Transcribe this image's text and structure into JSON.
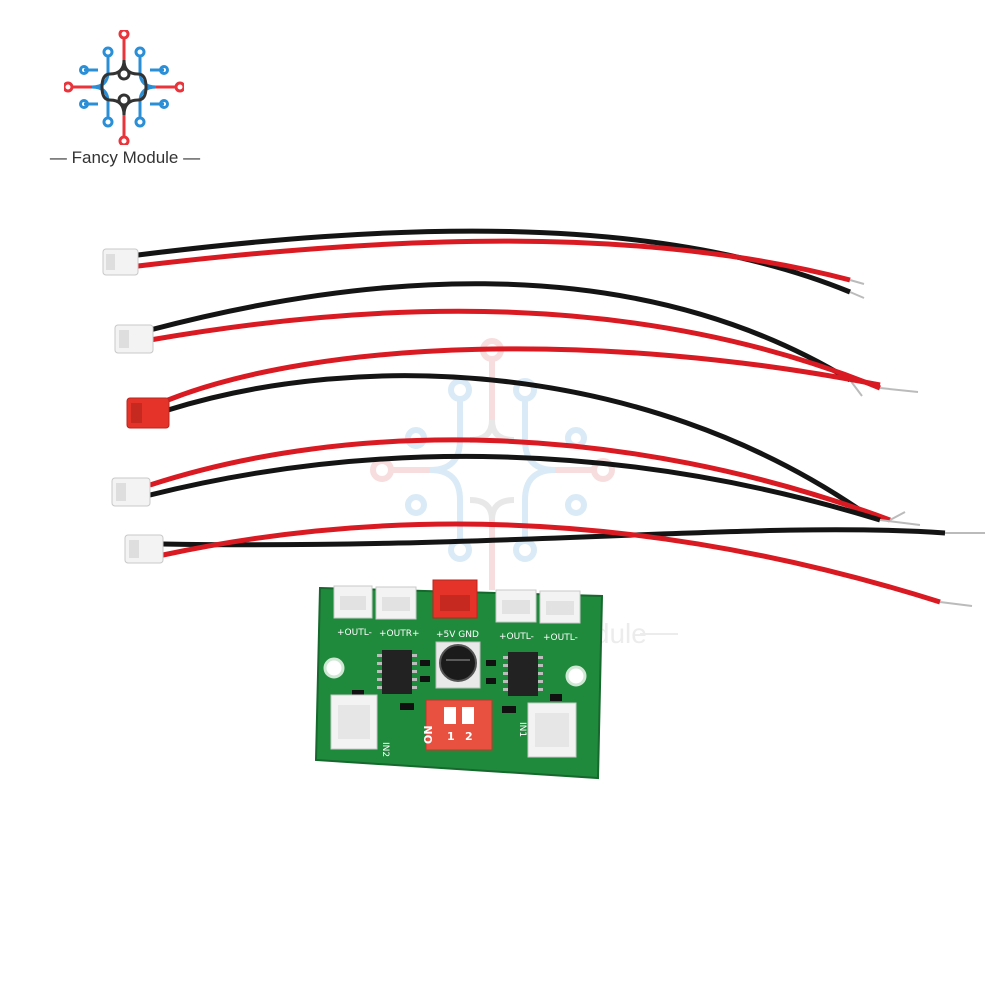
{
  "brand": {
    "name": "Fancy Module",
    "colors": {
      "red": "#e8343a",
      "blue": "#2a8fd6",
      "dark": "#333333"
    }
  },
  "product": {
    "board": {
      "connector_labels": [
        "+OUTL-",
        "+OUTR+",
        "+5V GND",
        "+OUTL-",
        "+OUTL-"
      ],
      "input_labels": [
        "IN2",
        "IN1"
      ],
      "dip_switch": {
        "state_label": "ON",
        "positions": [
          "1",
          "2"
        ]
      }
    },
    "cables": [
      {
        "connector_color": "white"
      },
      {
        "connector_color": "white"
      },
      {
        "connector_color": "red"
      },
      {
        "connector_color": "white"
      },
      {
        "connector_color": "white"
      }
    ],
    "colors": {
      "pcb": "#1f8a3c",
      "wire_red": "#d91a22",
      "wire_black": "#141414",
      "connector_white": "#f3f3f3",
      "connector_red": "#e6332a"
    }
  },
  "watermark": {
    "text": "Module"
  }
}
